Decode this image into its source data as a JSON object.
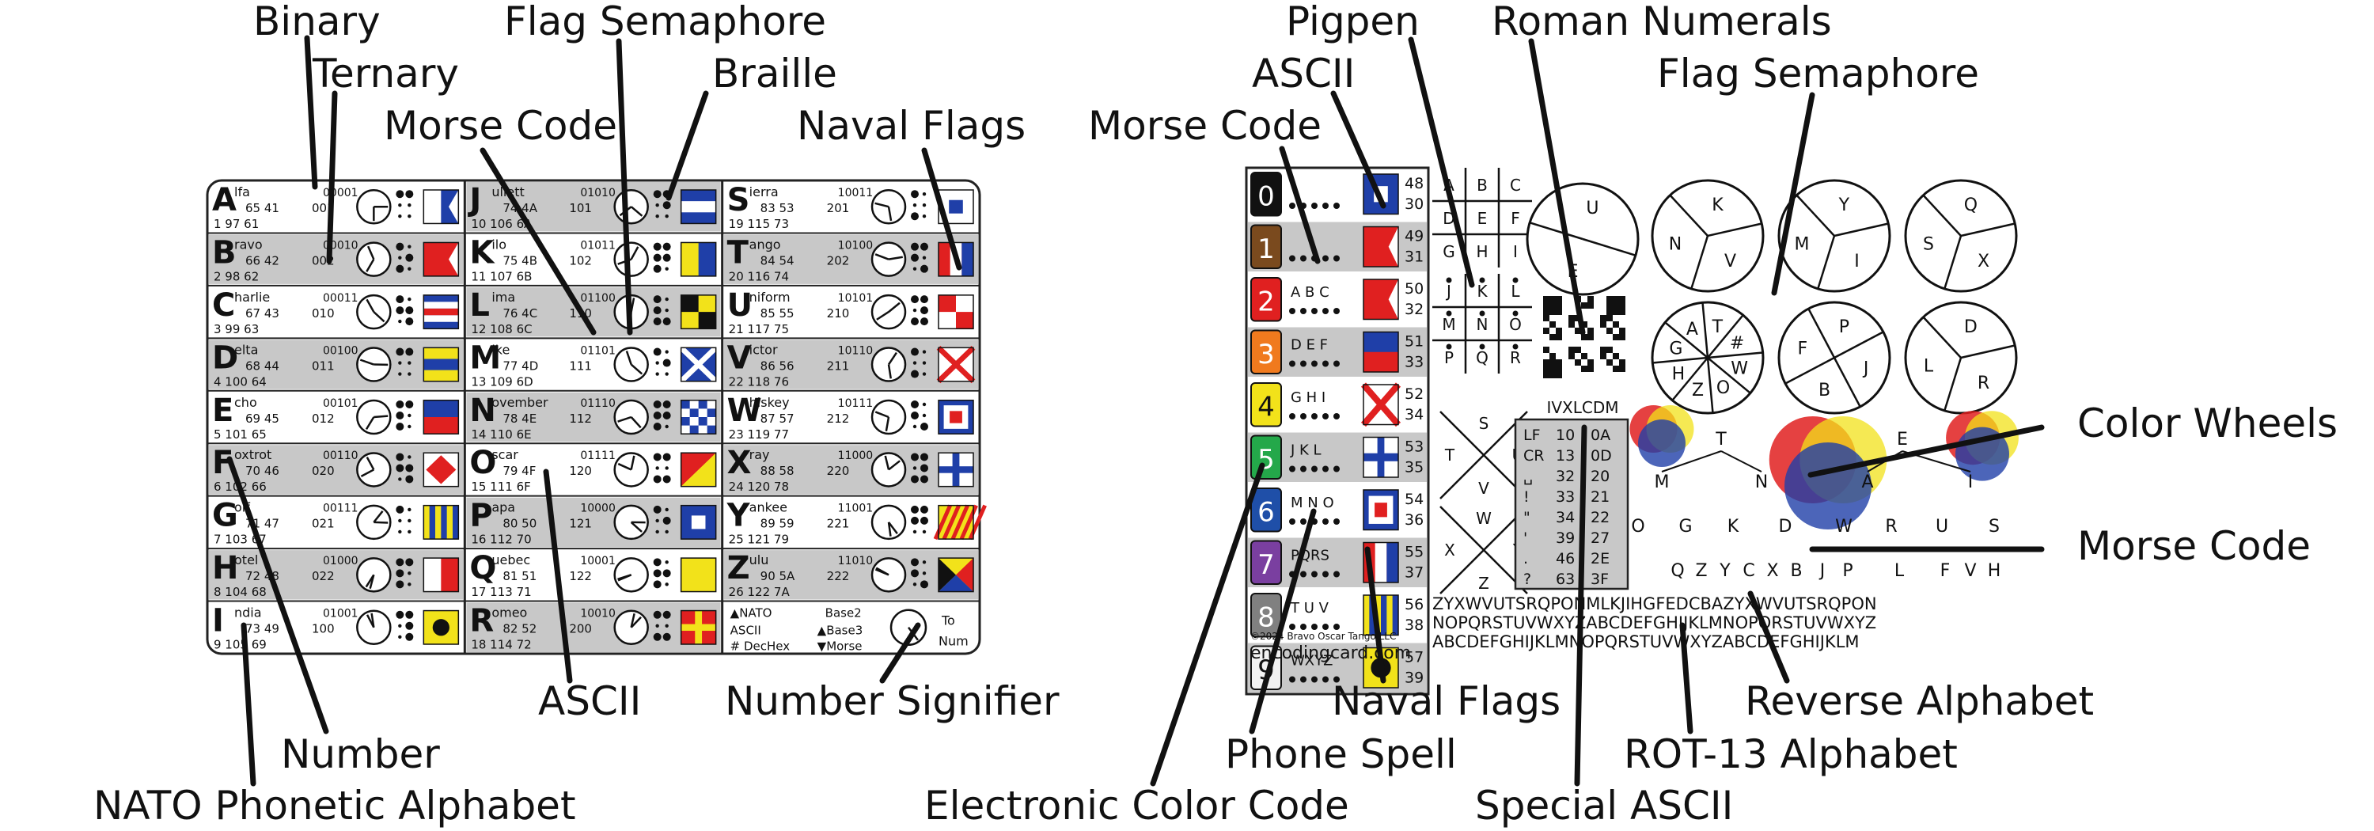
{
  "left_card": {
    "rows": [
      [
        {
          "letter": "A",
          "word": "lfa",
          "bin": "00001",
          "l1": "65 41",
          "t1": "001",
          "l2": "1 97 61"
        },
        {
          "letter": "J",
          "word": "uliett",
          "bin": "01010",
          "l1": "74 4A",
          "t1": "101",
          "l2": "10 106 6A"
        },
        {
          "letter": "S",
          "word": "ierra",
          "bin": "10011",
          "l1": "83 53",
          "t1": "201",
          "l2": "19 115 73"
        }
      ],
      [
        {
          "letter": "B",
          "word": "ravo",
          "bin": "00010",
          "l1": "66 42",
          "t1": "002",
          "l2": "2 98 62"
        },
        {
          "letter": "K",
          "word": "ilo",
          "bin": "01011",
          "l1": "75 4B",
          "t1": "102",
          "l2": "11 107 6B"
        },
        {
          "letter": "T",
          "word": "ango",
          "bin": "10100",
          "l1": "84 54",
          "t1": "202",
          "l2": "20 116 74"
        }
      ],
      [
        {
          "letter": "C",
          "word": "harlie",
          "bin": "00011",
          "l1": "67 43",
          "t1": "010",
          "l2": "3 99 63"
        },
        {
          "letter": "L",
          "word": "ima",
          "bin": "01100",
          "l1": "76 4C",
          "t1": "110",
          "l2": "12 108 6C"
        },
        {
          "letter": "U",
          "word": "niform",
          "bin": "10101",
          "l1": "85 55",
          "t1": "210",
          "l2": "21 117 75"
        }
      ],
      [
        {
          "letter": "D",
          "word": "elta",
          "bin": "00100",
          "l1": "68 44",
          "t1": "011",
          "l2": "4 100 64"
        },
        {
          "letter": "M",
          "word": "ike",
          "bin": "01101",
          "l1": "77 4D",
          "t1": "111",
          "l2": "13 109 6D"
        },
        {
          "letter": "V",
          "word": "ictor",
          "bin": "10110",
          "l1": "86 56",
          "t1": "211",
          "l2": "22 118 76"
        }
      ],
      [
        {
          "letter": "E",
          "word": "cho",
          "bin": "00101",
          "l1": "69 45",
          "t1": "012",
          "l2": "5 101 65"
        },
        {
          "letter": "N",
          "word": "ovember",
          "bin": "01110",
          "l1": "78 4E",
          "t1": "112",
          "l2": "14 110 6E"
        },
        {
          "letter": "W",
          "word": "hiskey",
          "bin": "10111",
          "l1": "87 57",
          "t1": "212",
          "l2": "23 119 77"
        }
      ],
      [
        {
          "letter": "F",
          "word": "oxtrot",
          "bin": "00110",
          "l1": "70 46",
          "t1": "020",
          "l2": "6 102 66"
        },
        {
          "letter": "O",
          "word": "scar",
          "bin": "01111",
          "l1": "79 4F",
          "t1": "120",
          "l2": "15 111 6F"
        },
        {
          "letter": "X",
          "word": "ray",
          "bin": "11000",
          "l1": "88 58",
          "t1": "220",
          "l2": "24 120 78"
        }
      ],
      [
        {
          "letter": "G",
          "word": "olf",
          "bin": "00111",
          "l1": "71 47",
          "t1": "021",
          "l2": "7 103 67"
        },
        {
          "letter": "P",
          "word": "apa",
          "bin": "10000",
          "l1": "80 50",
          "t1": "121",
          "l2": "16 112 70"
        },
        {
          "letter": "Y",
          "word": "ankee",
          "bin": "11001",
          "l1": "89 59",
          "t1": "221",
          "l2": "25 121 79"
        }
      ],
      [
        {
          "letter": "H",
          "word": "otel",
          "bin": "01000",
          "l1": "72 48",
          "t1": "022",
          "l2": "8 104 68"
        },
        {
          "letter": "Q",
          "word": "uebec",
          "bin": "10001",
          "l1": "81 51",
          "t1": "122",
          "l2": "17 113 71"
        },
        {
          "letter": "Z",
          "word": "ulu",
          "bin": "11010",
          "l1": "90 5A",
          "t1": "222",
          "l2": "26 122 7A"
        }
      ],
      [
        {
          "letter": "I",
          "word": "ndia",
          "bin": "01001",
          "l1": "73 49",
          "t1": "100",
          "l2": "9 105 69"
        },
        {
          "letter": "R",
          "word": "omeo",
          "bin": "10010",
          "l1": "82 52",
          "t1": "200",
          "l2": "18 114 72"
        },
        {
          "legend": true
        }
      ]
    ],
    "legend": {
      "line1": "NATO",
      "line1b": "Base2",
      "line2": "ASCII",
      "line2b": "▲Base3",
      "line3": "# DecHex",
      "line3b": "▼Morse",
      "to": "To",
      "num": "Num"
    }
  },
  "right_card": {
    "number_rows": [
      {
        "num": "0",
        "letters": "",
        "n1": "48",
        "n2": "30",
        "color": "#111111"
      },
      {
        "num": "1",
        "letters": "",
        "n1": "49",
        "n2": "31",
        "color": "#7a4a1e"
      },
      {
        "num": "2",
        "letters": "A B C",
        "n1": "50",
        "n2": "32",
        "color": "#e02020"
      },
      {
        "num": "3",
        "letters": "D E F",
        "n1": "51",
        "n2": "33",
        "color": "#f07a1e"
      },
      {
        "num": "4",
        "letters": "G H I",
        "n1": "52",
        "n2": "34",
        "color": "#f2e21a"
      },
      {
        "num": "5",
        "letters": "J K L",
        "n1": "53",
        "n2": "35",
        "color": "#24a84a"
      },
      {
        "num": "6",
        "letters": "M N O",
        "n1": "54",
        "n2": "36",
        "color": "#1f4fa8"
      },
      {
        "num": "7",
        "letters": "PQRS",
        "n1": "55",
        "n2": "37",
        "color": "#7a3fa0"
      },
      {
        "num": "8",
        "letters": "T U V",
        "n1": "56",
        "n2": "38",
        "color": "#808080"
      },
      {
        "num": "9",
        "letters": "WXYZ",
        "n1": "57",
        "n2": "39",
        "color": "#f2f2f2"
      }
    ],
    "roman": "IVXLCDM",
    "special_ascii": [
      [
        "LF",
        "10",
        "0A"
      ],
      [
        "CR",
        "13",
        "0D"
      ],
      [
        "␣",
        "32",
        "20"
      ],
      [
        "!",
        "33",
        "21"
      ],
      [
        "\"",
        "34",
        "22"
      ],
      [
        "'",
        "39",
        "27"
      ],
      [
        ".",
        "46",
        "2E"
      ],
      [
        "?",
        "63",
        "3F"
      ]
    ],
    "alphabets": {
      "reverse": "ZYXWVUTSRQPONMLKJIHGFEDCBAZYXWVUTSRQPON",
      "rot13": "NOPQRSTUVWXYZABCDEFGHIJKLMNOPQRSTUVWXYZ",
      "plain": "ABCDEFGHIJKLMNOPQRSTUVWXYZABCDEFGHIJKLM"
    },
    "footer_copyright": "©2024 Bravo Oscar Tango LLC",
    "footer_url": "encodingcard.com",
    "pigpen_letters": [
      "A",
      "B",
      "C",
      "D",
      "E",
      "F",
      "G",
      "H",
      "I",
      "J",
      "K",
      "L",
      "M",
      "N",
      "O",
      "P",
      "Q",
      "R"
    ],
    "pigpen_x_letters": [
      "S",
      "T",
      "U",
      "V",
      "W",
      "X",
      "Y",
      "Z"
    ],
    "semaphore_circles": [
      [
        "U",
        "E"
      ],
      [
        "K",
        "V",
        "N"
      ],
      [
        "Y",
        "I",
        "M"
      ],
      [
        "Q",
        "X",
        "S"
      ],
      [
        "T",
        "#",
        "W",
        "O",
        "Z",
        "H",
        "G",
        "A"
      ],
      [
        "P",
        "J",
        "B",
        "F"
      ],
      [
        "D",
        "R",
        "L"
      ]
    ],
    "morse_tree": {
      "level1": [
        "T",
        "E"
      ],
      "level2": [
        "M",
        "N",
        "A",
        "I"
      ],
      "level3": [
        "O",
        "G",
        "K",
        "D",
        "W",
        "R",
        "U",
        "S"
      ],
      "level4": [
        "Q",
        "Z",
        "Y",
        "C",
        "X",
        "B",
        "J",
        "P",
        "L",
        "F",
        "V",
        "H"
      ]
    }
  },
  "callouts": {
    "binary": "Binary",
    "ternary": "Ternary",
    "flag_semaphore_left": "Flag Semaphore",
    "braille": "Braille",
    "morse_code_left": "Morse Code",
    "naval_flags_left": "Naval Flags",
    "ascii_left": "ASCII",
    "number_signifier": "Number Signifier",
    "number": "Number",
    "nato": "NATO Phonetic Alphabet",
    "pigpen": "Pigpen",
    "roman_numerals": "Roman Numerals",
    "ascii_right": "ASCII",
    "flag_semaphore_right": "Flag Semaphore",
    "morse_code_right_top": "Morse Code",
    "color_wheels": "Color Wheels",
    "morse_code_right": "Morse Code",
    "naval_flags_right": "Naval Flags",
    "reverse_alphabet": "Reverse Alphabet",
    "phone_spell": "Phone Spell",
    "rot13_alphabet": "ROT-13 Alphabet",
    "electronic_color_code": "Electronic Color Code",
    "special_ascii": "Special ASCII"
  }
}
